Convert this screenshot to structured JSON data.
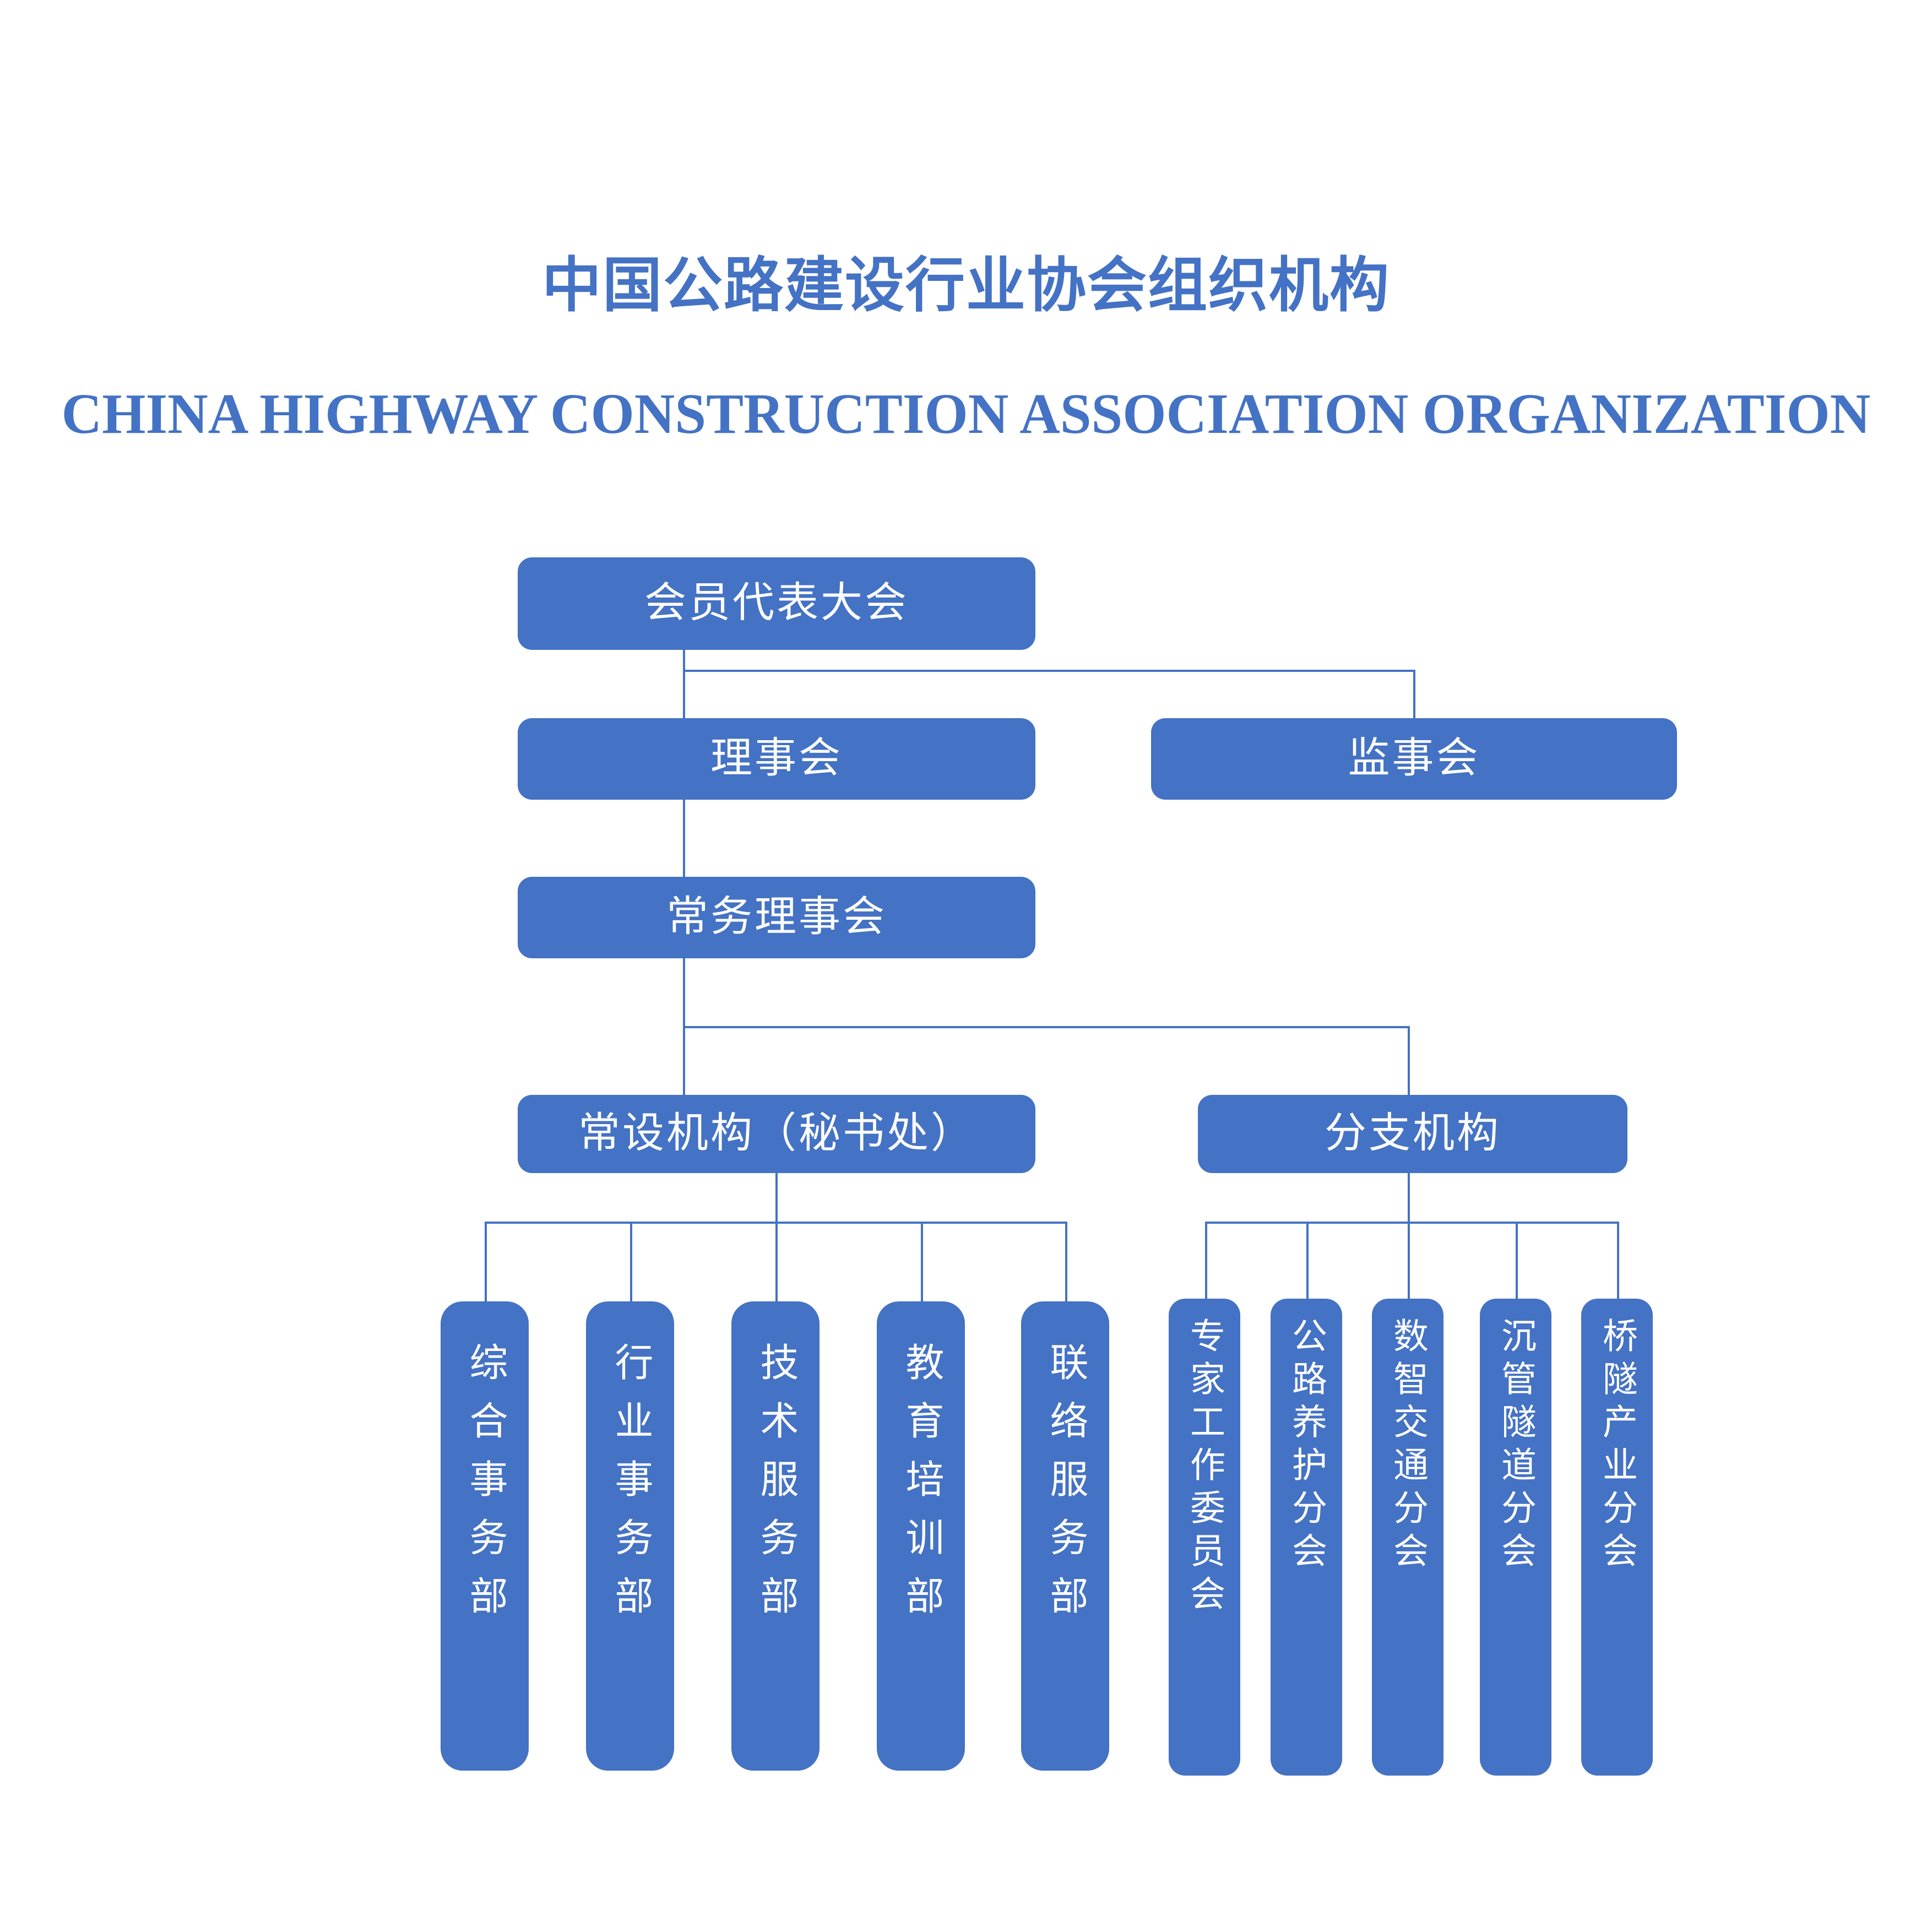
{
  "title": {
    "cn": "中国公路建设行业协会组织机构",
    "en": "CHINA HIGHWAY CONSTRUCTION ASSOCIATION ORGANIZATION"
  },
  "colors": {
    "node_fill": "#4472C4",
    "node_text": "#FFFFFF",
    "title_text": "#4472C4",
    "connector": "#4472C4",
    "background": "#FFFFFF"
  },
  "nodes": {
    "assembly": "会员代表大会",
    "council": "理事会",
    "supervisors": "监事会",
    "standing_council": "常务理事会",
    "secretariat": "常设机构（秘书处）",
    "branches": "分支机构"
  },
  "departments": [
    {
      "label": "综合事务部"
    },
    {
      "label": "行业事务部"
    },
    {
      "label": "技术服务部"
    },
    {
      "label": "教育培训部"
    },
    {
      "label": "联络服务部"
    }
  ],
  "branch_units": [
    {
      "label": "专家工作委员会"
    },
    {
      "label": "公路养护分会"
    },
    {
      "label": "数智交通分会"
    },
    {
      "label": "沉管隧道分会"
    },
    {
      "label": "桥隧产业分会"
    }
  ]
}
